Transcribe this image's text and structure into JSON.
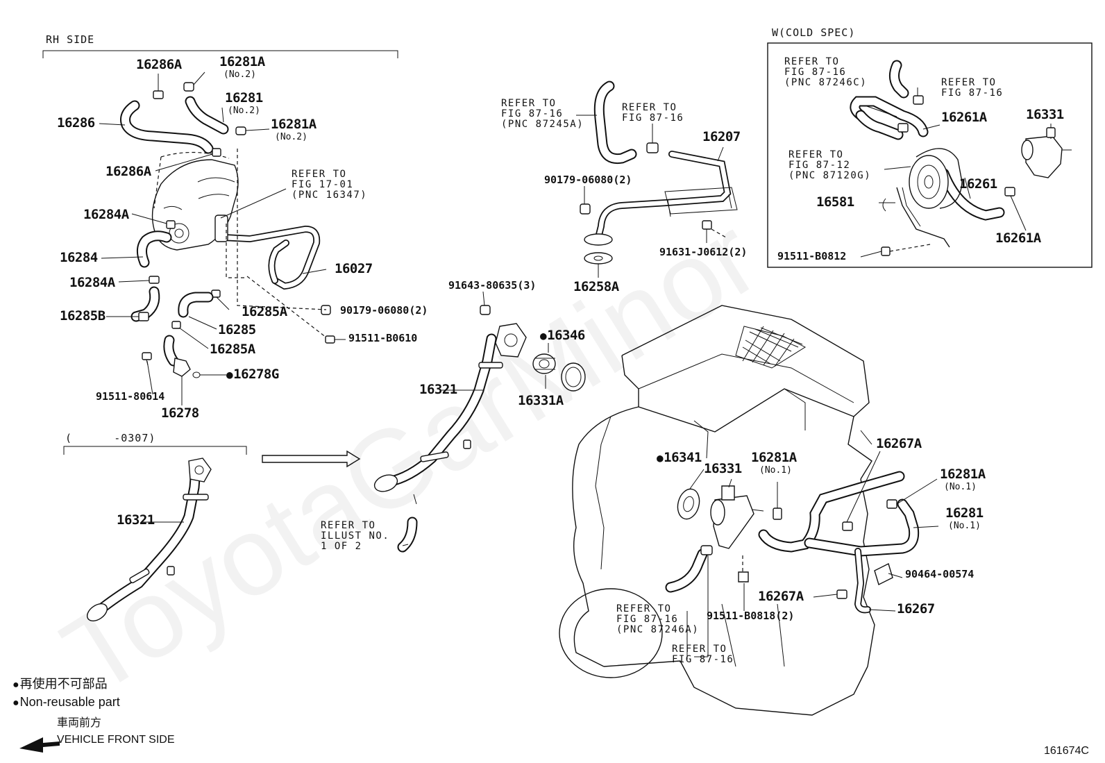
{
  "sections": {
    "rh_side": "RH SIDE",
    "cold_spec": "W(COLD SPEC)",
    "date_range": "(      -0307)"
  },
  "parts": {
    "p16286A_top": "16286A",
    "p16281A_top": "16281A",
    "p16281A_top_sub": "(No.2)",
    "p16281_mid": "16281",
    "p16281_mid_sub": "(No.2)",
    "p16281A_mid": "16281A",
    "p16281A_mid_sub": "(No.2)",
    "p16286": "16286",
    "p16286A_low": "16286A",
    "p16284A_top": "16284A",
    "p16284": "16284",
    "p16284A_low": "16284A",
    "p16285B": "16285B",
    "p16285A_a": "16285A",
    "p16285": "16285",
    "p16285A_b": "16285A",
    "p16027": "16027",
    "p90179_left": "90179-06080(2)",
    "p91511_B0610": "91511-B0610",
    "p91511_80614": "91511-80614",
    "p16278": "16278",
    "p16278G": "16278G",
    "p16321_old": "16321",
    "p16321": "16321",
    "p91643": "91643-80635(3)",
    "p16346": "16346",
    "p16331A": "16331A",
    "p16207": "16207",
    "p90179_mid": "90179-06080(2)",
    "p91631": "91631-J0612(2)",
    "p16258A": "16258A",
    "p16341": "16341",
    "p16331": "16331",
    "p16281A_no1_a": "16281A",
    "p16281A_no1_a_sub": "(No.1)",
    "p16267A_top": "16267A",
    "p16281A_no1_b": "16281A",
    "p16281A_no1_b_sub": "(No.1)",
    "p16281_no1": "16281",
    "p16281_no1_sub": "(No.1)",
    "p90464": "90464-00574",
    "p16267A_low": "16267A",
    "p16267": "16267",
    "p91511_B0818": "91511-B0818(2)",
    "cs_16261A_top": "16261A",
    "cs_16331": "16331",
    "cs_16261": "16261",
    "cs_16581": "16581",
    "cs_16261A_low": "16261A",
    "cs_91511_B0812": "91511-B0812"
  },
  "refs": {
    "fig1701": "REFER TO\nFIG 17-01\n(PNC 16347)",
    "fig8716_a": "REFER TO\nFIG 87-16\n(PNC 87245A)",
    "fig8716_b": "REFER TO\nFIG 87-16",
    "illust": "REFER TO\nILLUST NO.\n1 OF 2",
    "fig8716_c": "REFER TO\nFIG 87-16\n(PNC 87246A)",
    "fig8716_d": "REFER TO\nFIG 87-16",
    "cs_fig8716_a": "REFER TO\nFIG 87-16\n(PNC 87246C)",
    "cs_fig8716_b": "REFER TO\nFIG 87-16",
    "cs_fig8712": "REFER TO\nFIG 87-12\n(PNC 87120G)"
  },
  "legend": {
    "non_reusable_jp": "再使用不可部品",
    "non_reusable_en": "Non-reusable part",
    "front_jp": "車両前方",
    "front_en": "VEHICLE FRONT SIDE"
  },
  "figure_id": "161674C",
  "watermark": "ToyotaGarMinor"
}
